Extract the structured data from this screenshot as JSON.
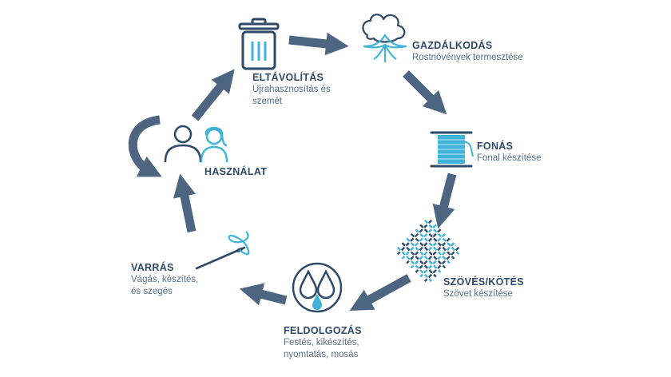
{
  "colors": {
    "arrow": "#4d6580",
    "navy": "#2f4a68",
    "accent": "#3fb4d8"
  },
  "stages": {
    "farming": {
      "title": "GAZDÁLKODÁS",
      "desc": "Rostnövények termesztése",
      "icon": "cotton-plant-icon"
    },
    "spinning": {
      "title": "FONÁS",
      "desc": "Fonal készítése",
      "icon": "thread-spool-icon"
    },
    "weaving": {
      "title": "SZÖVÉS/KÖTÉS",
      "desc": "Szövet készítése",
      "icon": "woven-fabric-icon"
    },
    "processing": {
      "title": "FELDOLGOZÁS",
      "desc": "Festés, kikészítés,\nnyomtatás, mosás",
      "icon": "water-drops-icon"
    },
    "sewing": {
      "title": "VARRÁS",
      "desc": "Vágás, készítés,\nés szegés",
      "icon": "needle-thread-icon"
    },
    "use": {
      "title": "HASZNÁLAT",
      "desc": "",
      "icon": "people-icon"
    },
    "disposal": {
      "title": "ELTÁVOLÍTÁS",
      "desc": "Újrahasznosítás és\nszemét",
      "icon": "trash-bin-icon"
    }
  }
}
